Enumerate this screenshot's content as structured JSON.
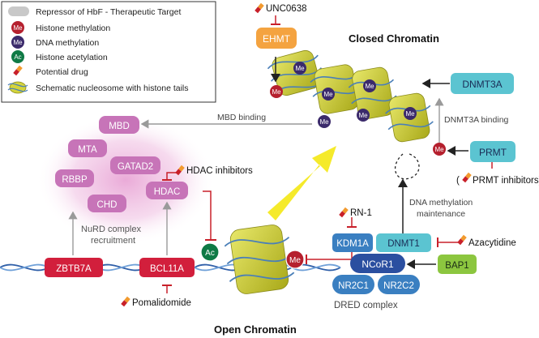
{
  "legend": {
    "items": [
      {
        "label": "Repressor of HbF - Therapeutic Target",
        "icon": "gray-pill-icon"
      },
      {
        "label": "Histone methylation",
        "icon": "red-me-circle-icon",
        "badge": "Me"
      },
      {
        "label": "DNA methylation",
        "icon": "purple-me-circle-icon",
        "badge": "Me"
      },
      {
        "label": "Histone acetylation",
        "icon": "green-ac-circle-icon",
        "badge": "Ac"
      },
      {
        "label": "Potential drug",
        "icon": "pill-capsule-icon"
      },
      {
        "label": "Schematic nucleosome with histone tails",
        "icon": "nucleosome-icon"
      }
    ]
  },
  "titles": {
    "closed": "Closed Chromatin",
    "open": "Open Chromatin"
  },
  "badges": {
    "me": "Me",
    "ac": "Ac"
  },
  "drugs": {
    "unc0638": "UNC0638",
    "hdac_inhibitors": "HDAC inhibitors",
    "rn1": "RN-1",
    "azacytidine": "Azacytidine",
    "prmt_inhibitors": "( ",
    "prmt_inhibitors_name": "PRMT inhibitors)",
    "pomalidomide": "Pomalidomide"
  },
  "proteins": {
    "ehmt": "EHMT",
    "dnmt3a": "DNMT3A",
    "prmt": "PRMT",
    "mbd": "MBD",
    "mta": "MTA",
    "gatad2": "GATAD2",
    "rbbp": "RBBP",
    "chd": "CHD",
    "hdac": "HDAC",
    "kdm1a": "KDM1A",
    "dnmt1": "DNMT1",
    "ncor1": "NCoR1",
    "bap1": "BAP1",
    "nr2c1": "NR2C1",
    "nr2c2": "NR2C2",
    "zbtb7a": "ZBTB7A",
    "bcl11a": "BCL11A"
  },
  "annotations": {
    "mbd_binding": "MBD binding",
    "dnmt3a_binding": "DNMT3A binding",
    "dna_meth_line1": "DNA methylation",
    "dna_meth_line2": "maintenance",
    "nurd_line1": "NuRD complex",
    "nurd_line2": "recruitment",
    "dred": "DRED complex"
  },
  "colors": {
    "target_red": "#d21f3c",
    "teal": "#5bc4d1",
    "navy": "#2b4fa0",
    "blue": "#3a7fc1",
    "nurd_pink": "#c774b8",
    "nurd_glow": "#e8a8d8",
    "orange": "#f4a340",
    "green": "#8cc63f",
    "nucleosome": "#d4d43c",
    "yellow_arrow": "#f5ea2b",
    "me_red": "#b5202e",
    "me_purple": "#3b2a6b",
    "ac_green": "#0f7a45"
  }
}
